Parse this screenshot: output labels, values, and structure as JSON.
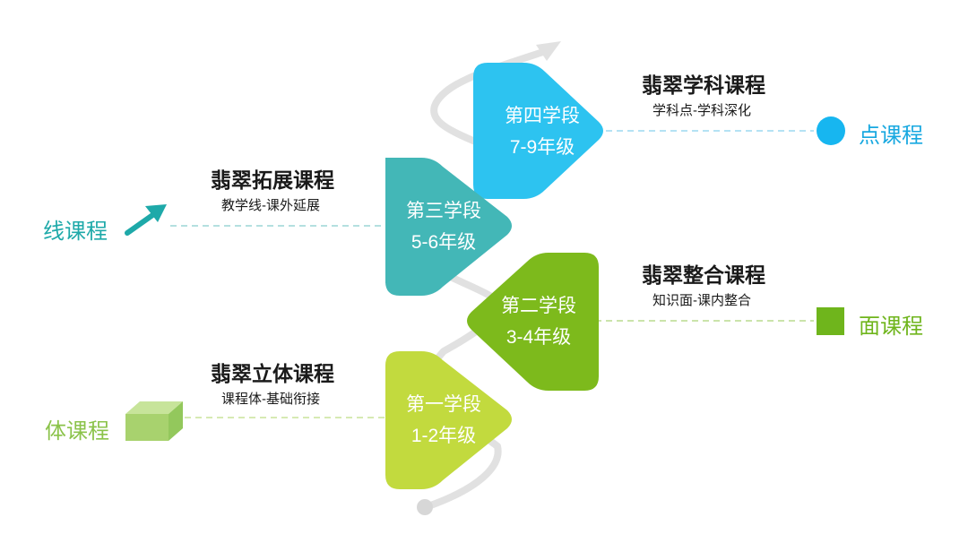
{
  "colors": {
    "stage1": "#C2DA3E",
    "stage2": "#7DBA1C",
    "stage3": "#43B7B7",
    "stage4": "#2DC3F0",
    "path": "#E1E1E1",
    "dash_green": "#B9DB8E",
    "dash_teal": "#9BD6D6",
    "dash_blue": "#9CD8F0",
    "label_body": "#8BC34A",
    "label_line": "#1EA9A9",
    "label_surface": "#6FB51C",
    "label_point": "#17A8E0"
  },
  "stages": [
    {
      "name": "第一学段",
      "grades": "1-2年级"
    },
    {
      "name": "第二学段",
      "grades": "3-4年级"
    },
    {
      "name": "第三学段",
      "grades": "5-6年级"
    },
    {
      "name": "第四学段",
      "grades": "7-9年级"
    }
  ],
  "courses": {
    "subject": {
      "title": "翡翠学科课程",
      "subtitle": "学科点-学科深化"
    },
    "extension": {
      "title": "翡翠拓展课程",
      "subtitle": "教学线-课外延展"
    },
    "integration": {
      "title": "翡翠整合课程",
      "subtitle": "知识面-课内整合"
    },
    "solid": {
      "title": "翡翠立体课程",
      "subtitle": "课程体-基础衔接"
    }
  },
  "side_labels": {
    "point": {
      "text": "点课程",
      "icon": "circle-icon"
    },
    "line": {
      "text": "线课程",
      "icon": "arrow-icon"
    },
    "surface": {
      "text": "面课程",
      "icon": "square-icon"
    },
    "body": {
      "text": "体课程",
      "icon": "cuboid-icon"
    }
  }
}
